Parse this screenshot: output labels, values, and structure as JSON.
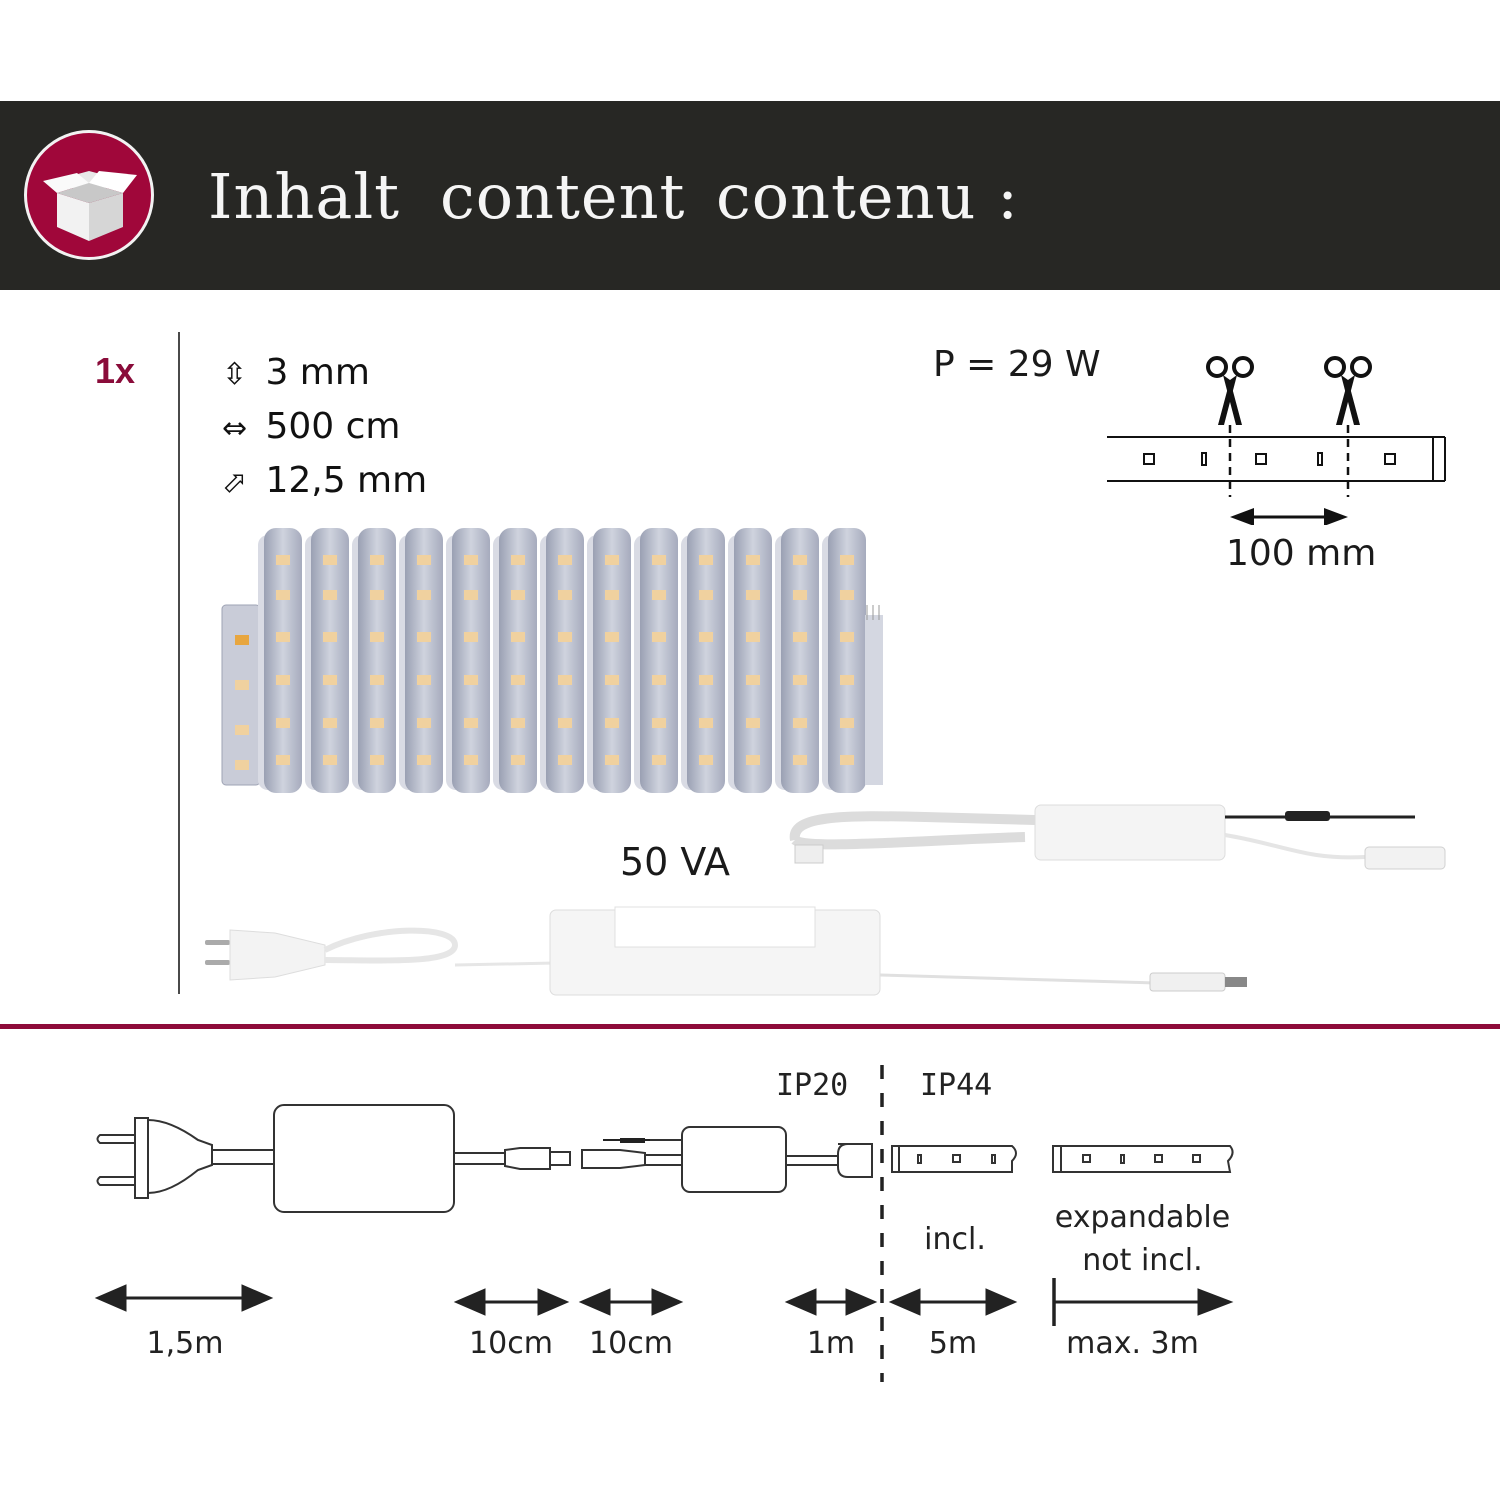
{
  "header": {
    "title_de": "Inhalt",
    "title_en": "content",
    "title_fr": "contenu :",
    "icon": "open-box-icon",
    "bar_color": "#272724",
    "badge_color": "#a0073a"
  },
  "contents": {
    "quantity": "1x",
    "specs": [
      {
        "icon": "vertical-double-arrow-icon",
        "glyph": "⇳",
        "value": "3 mm"
      },
      {
        "icon": "horizontal-double-arrow-icon",
        "glyph": "⇔",
        "value": "500 cm"
      },
      {
        "icon": "diagonal-arrow-icon",
        "glyph": "⬀",
        "value": "12,5 mm"
      }
    ],
    "power": "P = 29 W",
    "cut_interval": "100 mm",
    "transformer_rating": "50 VA",
    "accent_color": "#8e0b3a"
  },
  "wiring": {
    "zone_left": "IP20",
    "zone_right": "IP44",
    "included_label": "incl.",
    "expandable_label": "expandable",
    "not_included_label": "not incl.",
    "lengths": [
      {
        "id": "plug-cable",
        "value": "1,5m"
      },
      {
        "id": "psu-out",
        "value": "10cm"
      },
      {
        "id": "controller-in",
        "value": "10cm"
      },
      {
        "id": "controller-out",
        "value": "1m"
      },
      {
        "id": "strip",
        "value": "5m"
      },
      {
        "id": "extension",
        "value": "max. 3m"
      }
    ]
  }
}
